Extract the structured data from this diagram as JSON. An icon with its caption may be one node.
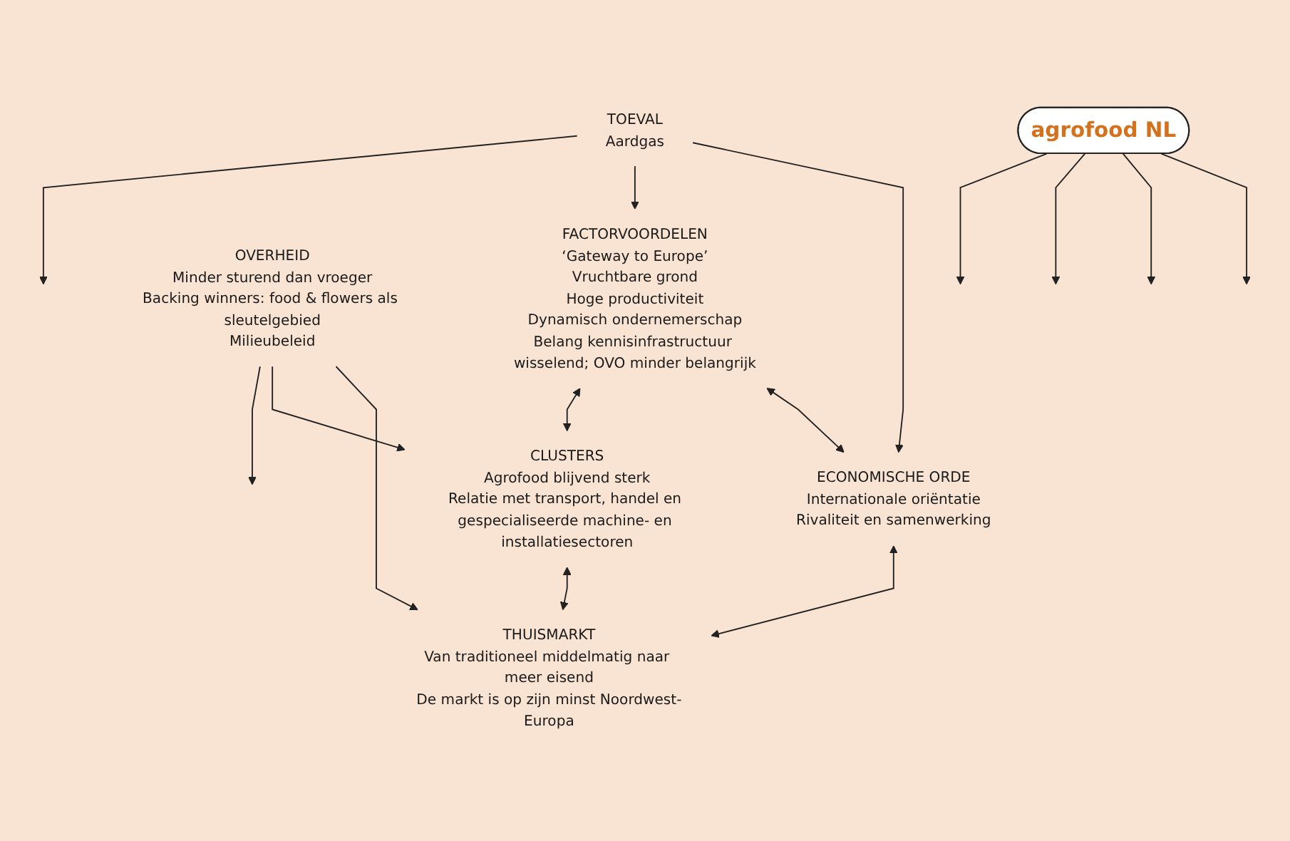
{
  "diagram": {
    "nodes": [
      {
        "text": [
          "TOEVAL",
          "Aardgas"
        ]
      },
      {
        "text": [
          "ECONOMISCHE ORDE",
          "Internationale oriëntatie",
          "Rivaliteit en samenwerking"
        ]
      },
      {
        "text": [
          "FACTORVOORDELEN",
          "‘Gateway to Europe’",
          "Vruchtbare grond",
          "Hoge productiviteit",
          "Dynamisch ondernemerschap",
          "Belang kennisinfrastructuur wisselend; OVO minder belangrijk"
        ]
      },
      {
        "text": [
          "agrofood NL"
        ]
      },
      {
        "text": [
          "THUISMARKT",
          "Van traditioneel middelmatig naar meer eisend",
          "De markt is op zijn minst Noordwest-Europa"
        ]
      },
      {
        "text": [
          "OVERHEID",
          "Minder sturend dan vroeger",
          "Backing winners: food & flowers als sleutelgebied",
          "Milieubeleid"
        ]
      },
      {
        "text": [
          "CLUSTERS",
          "Agrofood blijvend sterk",
          "Relatie met transport, handel en gespecialiseerde machine- en installatiesectoren"
        ]
      }
    ],
    "edges": [
      {
        "from": 0,
        "to": 1,
        "arrow": "to"
      },
      {
        "from": 0,
        "to": 2,
        "arrow": "to"
      },
      {
        "from": 0,
        "to": null,
        "arrow": "to"
      },
      {
        "from": 2,
        "to": 1,
        "arrow": "both"
      },
      {
        "from": 1,
        "to": 4,
        "arrow": "both"
      },
      {
        "from": 3,
        "to": null,
        "arrow": "to"
      },
      {
        "from": 3,
        "to": null,
        "arrow": "to"
      },
      {
        "from": 3,
        "to": null,
        "arrow": "to"
      },
      {
        "from": 3,
        "to": null,
        "arrow": "to"
      },
      {
        "from": 2,
        "to": 6,
        "arrow": "both"
      },
      {
        "from": 5,
        "to": 4,
        "arrow": "to"
      },
      {
        "from": 5,
        "to": 6,
        "arrow": "to"
      },
      {
        "from": 5,
        "to": null,
        "arrow": "to"
      },
      {
        "from": 6,
        "to": 4,
        "arrow": "both"
      }
    ]
  }
}
